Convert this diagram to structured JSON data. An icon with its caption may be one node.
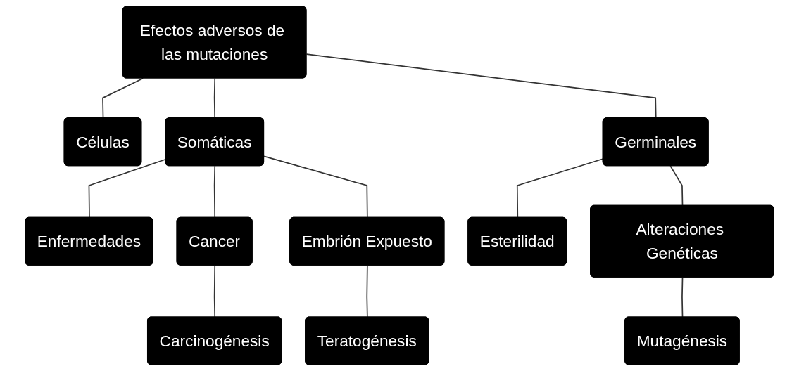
{
  "diagram": {
    "nodes": [
      {
        "text": [
          "Efectos adversos de las mutaciones"
        ]
      },
      {
        "text": [
          "Células"
        ]
      },
      {
        "text": [
          "Somáticas"
        ]
      },
      {
        "text": [
          "Germinales"
        ]
      },
      {
        "text": [
          "Enfermedades"
        ]
      },
      {
        "text": [
          "Cancer"
        ]
      },
      {
        "text": [
          "Embrión Expuesto"
        ]
      },
      {
        "text": [
          "Esterilidad"
        ]
      },
      {
        "text": [
          "Alteraciones Genéticas"
        ]
      },
      {
        "text": [
          "Carcinogénesis"
        ]
      },
      {
        "text": [
          "Teratogénesis"
        ]
      },
      {
        "text": [
          "Mutagénesis"
        ]
      }
    ],
    "edges": [
      {
        "from": 0,
        "to": 1,
        "arrow": "none"
      },
      {
        "from": 0,
        "to": 2,
        "arrow": "none"
      },
      {
        "from": 0,
        "to": 3,
        "arrow": "none"
      },
      {
        "from": 2,
        "to": 4,
        "arrow": "none"
      },
      {
        "from": 2,
        "to": 5,
        "arrow": "none"
      },
      {
        "from": 2,
        "to": 6,
        "arrow": "none"
      },
      {
        "from": 3,
        "to": 7,
        "arrow": "none"
      },
      {
        "from": 3,
        "to": 8,
        "arrow": "none"
      },
      {
        "from": 5,
        "to": 9,
        "arrow": "none"
      },
      {
        "from": 6,
        "to": 10,
        "arrow": "none"
      },
      {
        "from": 8,
        "to": 11,
        "arrow": "none"
      }
    ]
  }
}
